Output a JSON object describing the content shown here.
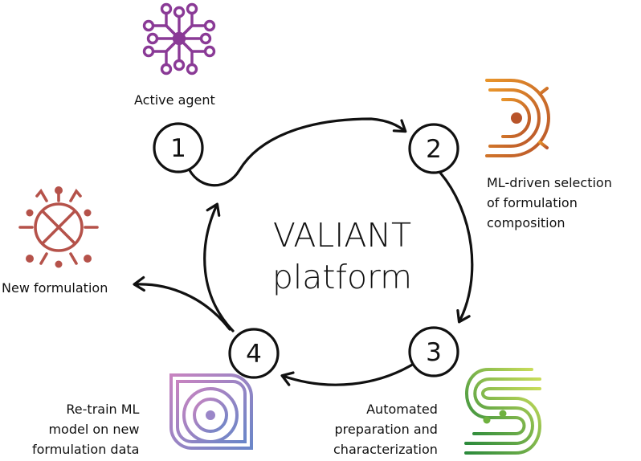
{
  "title": {
    "line1": "VALIANT",
    "line2": "platform"
  },
  "steps": [
    {
      "number": "1",
      "label_lines": [
        "Active agent"
      ]
    },
    {
      "number": "2",
      "label_lines": [
        "ML-driven selection",
        "of formulation",
        "composition"
      ]
    },
    {
      "number": "3",
      "label_lines": [
        "Automated",
        "preparation and",
        "characterization"
      ]
    },
    {
      "number": "4",
      "label_lines": [
        "Re-train ML",
        "model on new",
        "formulation data"
      ]
    }
  ],
  "output": {
    "label": "New formulation"
  },
  "icons": {
    "step1": "molecule-network-icon",
    "step2": "target-radar-icon",
    "step3": "microfluidic-chip-icon",
    "step4": "concentric-circle-icon",
    "output": "nanoparticle-virus-icon"
  },
  "colors": {
    "step1": "#8a3a96",
    "step2_from": "#e8942a",
    "step2_to": "#b8542a",
    "step3_from": "#c7dc5a",
    "step3_to": "#2c8a3c",
    "step4_from": "#c783c0",
    "step4_to": "#6a86c8",
    "output": "#b5524a",
    "stroke": "#111111"
  }
}
